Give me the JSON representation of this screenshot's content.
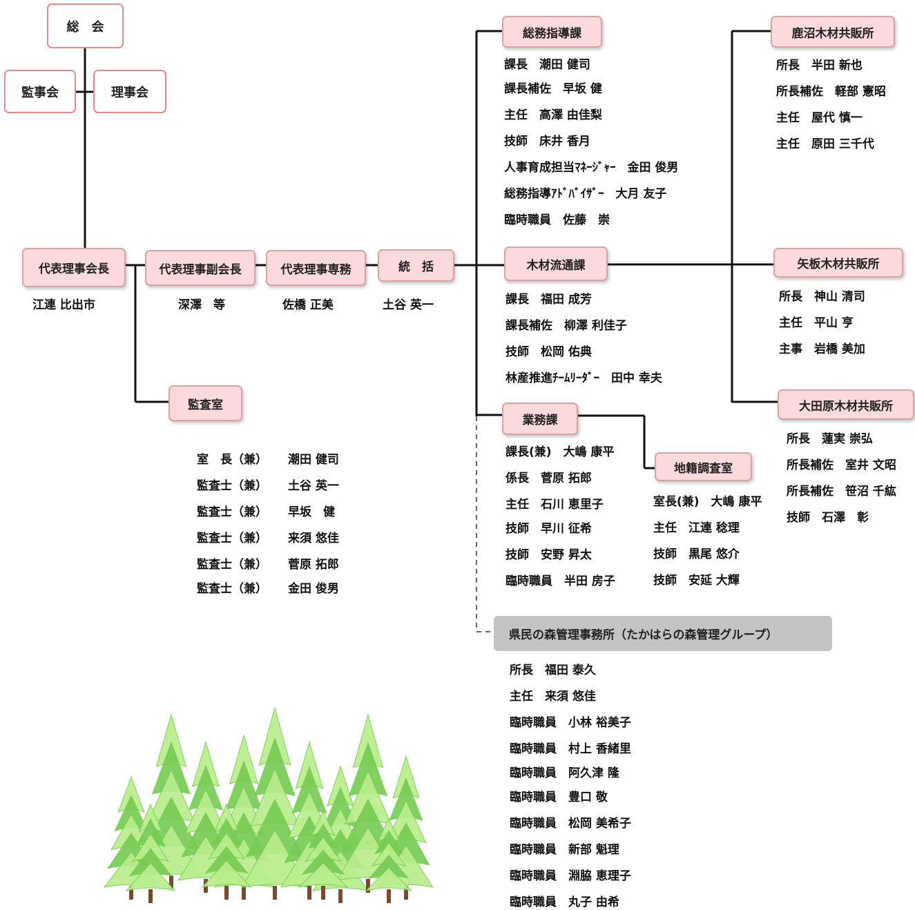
{
  "colors": {
    "box_fill": "#fcd9da",
    "box_border": "#d9a3a5",
    "outline_border": "#e3898e",
    "gray_box": "#c4c4c4",
    "tree_light": "#b9ee8c",
    "tree_dark": "#78cc55",
    "trunk": "#7a4a2b"
  },
  "boxes": {
    "soukai": "総　会",
    "kanjikai": "監事会",
    "rijikai": "理事会",
    "kaicho": "代表理事会長",
    "fukukaicho": "代表理事副会長",
    "senmu": "代表理事専務",
    "toukatsu": "統　括",
    "kansashitsu": "監査室",
    "soumu": "総務指導課",
    "mokuzai": "木材流通課",
    "gyomu": "業務課",
    "chiseki": "地籍調査室",
    "kanuma": "鹿沼木材共販所",
    "yaita": "矢板木材共販所",
    "otawara": "大田原木材共販所",
    "kenmin": "県民の森管理事務所（たかはらの森管理グループ）"
  },
  "names": {
    "kaicho": "江連 比出市",
    "fukukaicho": "深澤　等",
    "senmu": "佐橋 正美",
    "toukatsu": "土谷 英一"
  },
  "soumu_staff": [
    "課長　潮田 健司",
    "課長補佐　早坂 健",
    "主任　高澤 由佳梨",
    "技師　床井 香月",
    "人事育成担当ﾏﾈｰｼﾞｬｰ　金田 俊男",
    "総務指導ｱﾄﾞﾊﾞｲｻﾞｰ　大月 友子",
    "臨時職員　佐藤　崇"
  ],
  "mokuzai_staff": [
    "課長　福田 成芳",
    "課長補佐　柳澤 利佳子",
    "技師　松岡 佑典",
    "林産推進ﾁｰﾑﾘｰﾀﾞｰ　田中 幸夫"
  ],
  "gyomu_staff": [
    "課長(兼)　大嶋 康平",
    "係長　菅原 拓郎",
    "主任　石川 恵里子",
    "技師　早川 征希",
    "技師　安野 昇太",
    "臨時職員　半田 房子"
  ],
  "chiseki_staff": [
    "室長(兼)　大嶋 康平",
    "主任　江連 稔理",
    "技師　黒尾 悠介",
    "技師　安延 大輝"
  ],
  "kanuma_staff": [
    "所長　半田 新也",
    "所長補佐　軽部 憲昭",
    "主任　屋代 慎一",
    "主任　原田 三千代"
  ],
  "yaita_staff": [
    "所長　神山 清司",
    "主任　平山 亨",
    "主事　岩橋 美加"
  ],
  "otawara_staff": [
    "所長　蓮実 崇弘",
    "所長補佐　室井 文昭",
    "所長補佐　笹沼 千紘",
    "技師　石澤　彰"
  ],
  "kansa_staff": [
    {
      "role": "室　長（兼）",
      "name": "潮田 健司"
    },
    {
      "role": "監査士（兼）",
      "name": "土谷 英一"
    },
    {
      "role": "監査士（兼）",
      "name": "早坂　健"
    },
    {
      "role": "監査士（兼）",
      "name": "来須 悠佳"
    },
    {
      "role": "監査士（兼）",
      "name": "菅原 拓郎"
    },
    {
      "role": "監査士（兼）",
      "name": "金田 俊男"
    }
  ],
  "kenmin_staff": [
    "所長　福田 泰久",
    "主任　来須 悠佳",
    "臨時職員　小林 裕美子",
    "臨時職員　村上 香緒里",
    "臨時職員　阿久津 隆",
    "臨時職員　豊口 敬",
    "臨時職員　松岡 美希子",
    "臨時職員　新部 魁理",
    "臨時職員　淵脇 恵理子",
    "臨時職員　丸子 由希"
  ]
}
